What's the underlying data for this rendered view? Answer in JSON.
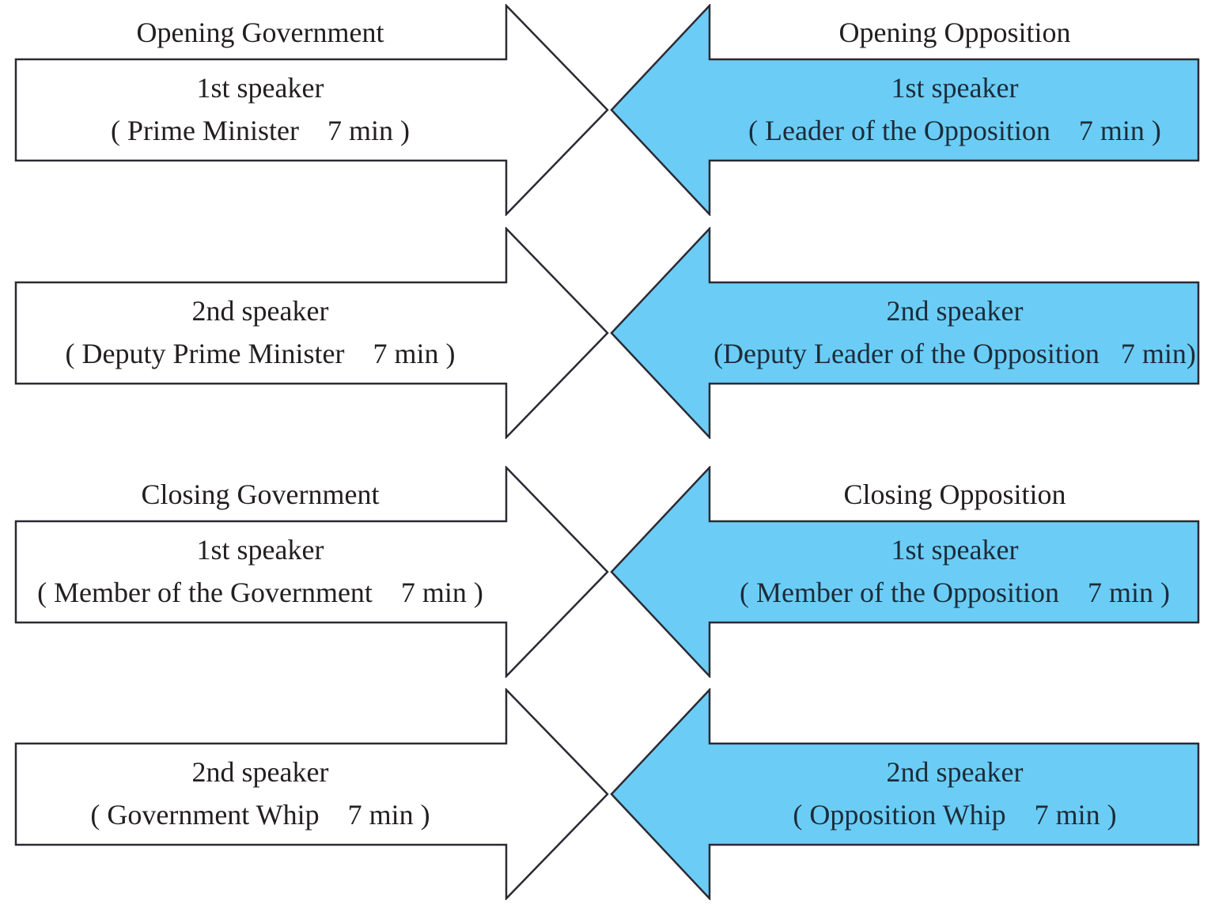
{
  "colors": {
    "government_fill": "#ffffff",
    "opposition_fill": "#6bcdf5",
    "outline": "#2b2a33"
  },
  "rows": [
    {
      "left": {
        "title": "Opening Government",
        "line1": "1st speaker",
        "line2": "( Prime Minister    7 min )"
      },
      "right": {
        "title": "Opening Opposition",
        "line1": "1st speaker",
        "line2": "( Leader of the Opposition    7 min )"
      }
    },
    {
      "left": {
        "line1": "2nd speaker",
        "line2": "( Deputy Prime Minister    7 min )"
      },
      "right": {
        "line1": "2nd speaker",
        "line2": "(Deputy Leader of the Opposition   7 min)"
      }
    },
    {
      "left": {
        "title": "Closing Government",
        "line1": "1st speaker",
        "line2": "( Member of the Government    7 min )"
      },
      "right": {
        "title": "Closing Opposition",
        "line1": "1st speaker",
        "line2": "( Member of the Opposition    7 min )"
      }
    },
    {
      "left": {
        "line1": "2nd speaker",
        "line2": "( Government Whip    7 min )"
      },
      "right": {
        "line1": "2nd speaker",
        "line2": "( Opposition Whip    7 min )"
      }
    }
  ]
}
